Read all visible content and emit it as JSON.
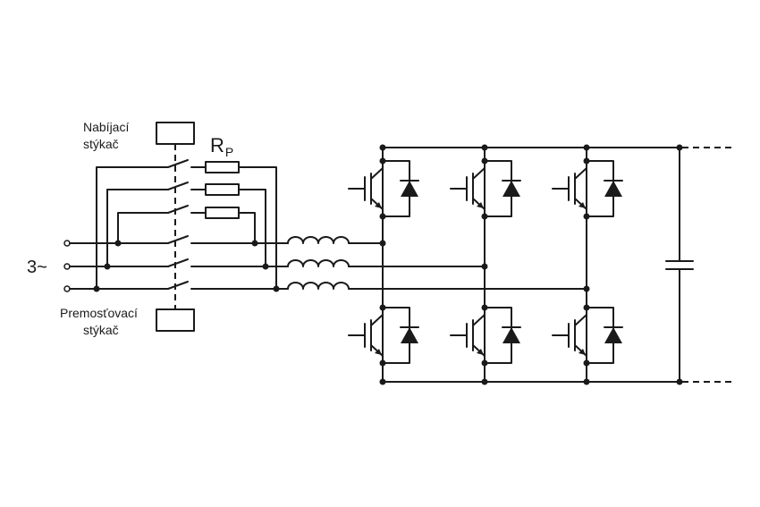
{
  "diagram": {
    "labels": {
      "charging_contactor_line1": "Nabíjací",
      "charging_contactor_line2": "stýkač",
      "bypass_contactor_line1": "Premosťovací",
      "bypass_contactor_line2": "stýkač",
      "resistor_main": "R",
      "resistor_sub": "P",
      "supply": "3~"
    },
    "colors": {
      "line": "#1a1a1a",
      "background": "#ffffff"
    }
  }
}
